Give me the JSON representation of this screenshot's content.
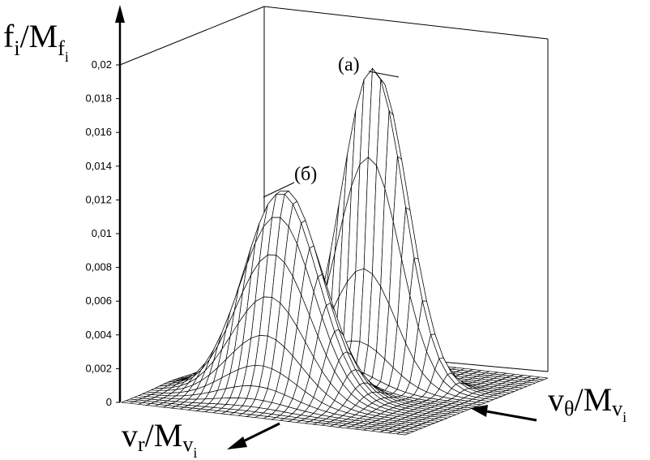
{
  "chart_data": {
    "type": "surface",
    "zlabel": {
      "main": "f",
      "sub": "i",
      "sep": "/M",
      "sub2": "f",
      "sub3": "i"
    },
    "xlabel": {
      "main": "v",
      "sub": "r",
      "sep": "/M",
      "sub2": "v",
      "sub3": "i"
    },
    "ylabel": {
      "main": "v",
      "sub": "θ",
      "sep": "/M",
      "sub2": "v",
      "sub3": "i"
    },
    "zlim": [
      0,
      0.02
    ],
    "zticks": [
      "0",
      "0,002",
      "0,004",
      "0,006",
      "0,008",
      "0,01",
      "0,012",
      "0,014",
      "0,016",
      "0,018",
      "0,02"
    ],
    "annotations": [
      {
        "label": "(а)",
        "peak_value": 0.0193
      },
      {
        "label": "(б)",
        "peak_value": 0.0123
      }
    ],
    "peaks": [
      {
        "name": "(а)",
        "center_u": 0.66,
        "center_v": 0.56,
        "width_u": 0.05,
        "width_v": 0.11,
        "height": 0.0193
      },
      {
        "name": "(б)",
        "center_u": 0.34,
        "center_v": 0.4,
        "width_u": 0.09,
        "width_v": 0.13,
        "height": 0.0123
      }
    ],
    "grid": true
  }
}
